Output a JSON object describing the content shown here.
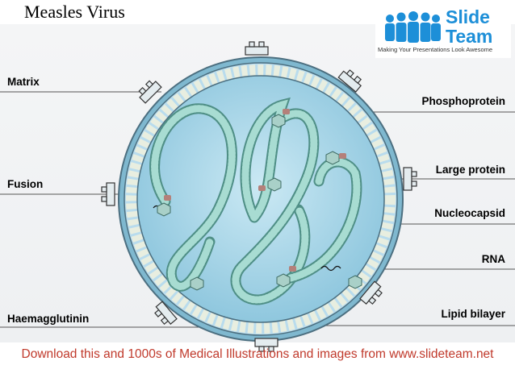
{
  "title": "Measles Virus",
  "logo": {
    "word1": "Slide",
    "word2": "Team",
    "tagline": "Making Your Presentations Look Awesome"
  },
  "labels": {
    "matrix": "Matrix",
    "fusion": "Fusion",
    "haemagglutinin": "Haemagglutinin",
    "phosphoprotein": "Phosphoprotein",
    "large_protein": "Large protein",
    "nucleocapsid": "Nucleocapsid",
    "rna": "RNA",
    "lipid_bilayer": "Lipid bilayer"
  },
  "footer": "Download this and 1000s of Medical Illustrations and images from www.slideteam.net",
  "colors": {
    "virus_fill": "#a9d6e8",
    "virus_inner": "#c9e8f3",
    "membrane": "#6f8fa0",
    "nucleocapsid": "#9fcfc6",
    "logo_blue": "#1d8fd8",
    "footer_text": "#c0392b"
  }
}
